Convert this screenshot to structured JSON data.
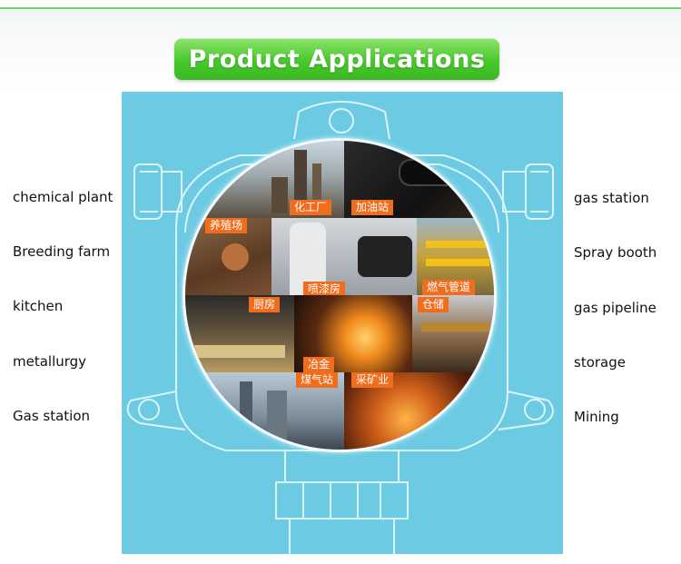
{
  "title": "Product Applications",
  "left_labels": [
    "chemical plant",
    "Breeding farm",
    "kitchen",
    "metallurgy",
    "Gas station"
  ],
  "right_labels": [
    "gas station",
    "Spray booth",
    "gas pipeline",
    "storage",
    "Mining"
  ],
  "photo_tags": {
    "chemical": "化工厂",
    "gas_refuel": "加油站",
    "breeding": "养殖场",
    "spray": "喷漆房",
    "pipeline": "燃气管道",
    "kitchen": "厨房",
    "storage": "仓储",
    "metallurgy": "冶金",
    "gas_station": "煤气站",
    "mining": "采矿业"
  },
  "colors": {
    "accent_green": "#47c92c",
    "panel_blue": "#6ccbe3",
    "tag_orange": "#f06d1e"
  }
}
